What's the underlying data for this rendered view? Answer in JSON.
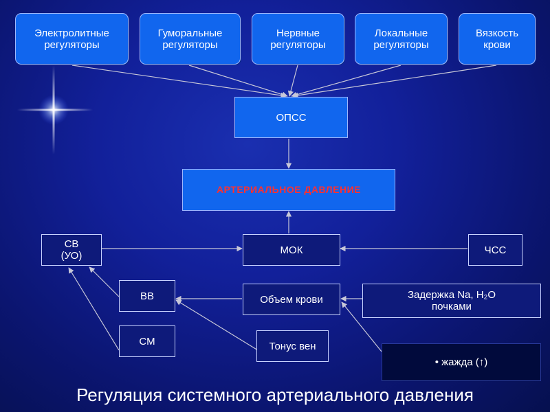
{
  "top_regulators": [
    {
      "id": "electrolyte",
      "label": "Электролитные регуляторы"
    },
    {
      "id": "humoral",
      "label": "Гуморальные регуляторы"
    },
    {
      "id": "nervous",
      "label": "Нервные регуляторы"
    },
    {
      "id": "local",
      "label": "Локальные регуляторы"
    },
    {
      "id": "viscosity",
      "label": "Вязкость крови"
    }
  ],
  "nodes": {
    "opss": "ОПСС",
    "arterial_pressure": "АРТЕРИАЛЬНОЕ ДАВЛЕНИЕ",
    "sv": "СВ (УО)",
    "mok": "МОК",
    "chss": "ЧСС",
    "vv": "ВВ",
    "blood_volume": "Объем крови",
    "na_h2o_retention": "Задержка Na, H₂O почками",
    "sm": "СМ",
    "vein_tone": "Тонус вен",
    "thirst": "• жажда (↑)"
  },
  "title": "Регуляция системного артериального давления",
  "colors": {
    "box_blue": "#1166ee",
    "box_dark": "#0e1a7a",
    "accent_red": "#ff3030",
    "arrow": "#c8c8d8"
  }
}
